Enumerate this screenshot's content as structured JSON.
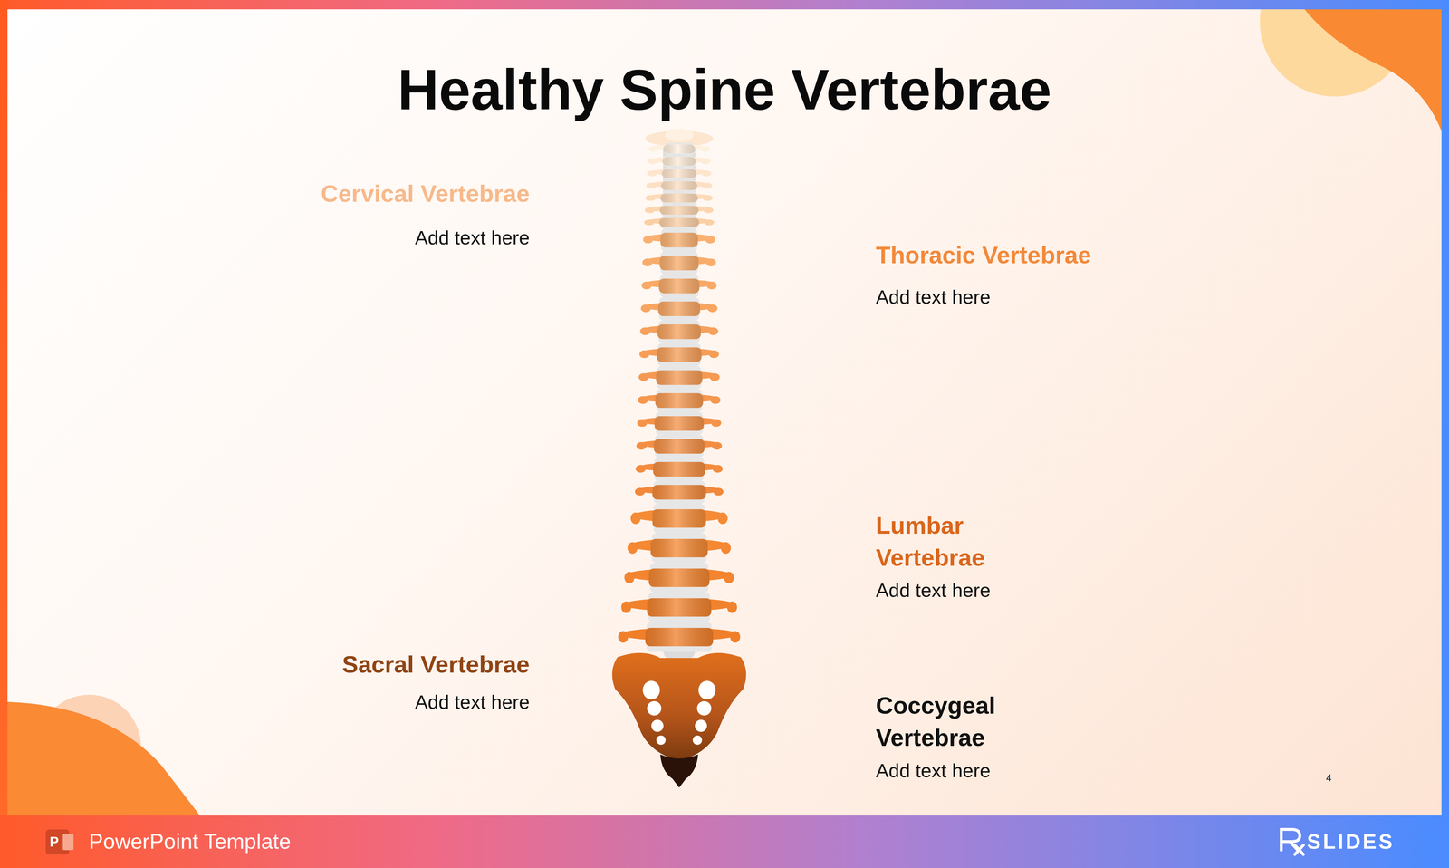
{
  "diagram": {
    "title": "Healthy Spine Vertebrae",
    "labels": [
      "Cervical Vertebrae",
      "Add text here",
      "Thoracic Vertebrae",
      "Add text here",
      "Lumbar Vertebrae",
      "Add text here",
      "Sacral Vertebrae",
      "Add text here",
      "Coccygeal Vertebrae",
      "Add text here",
      "4",
      "P",
      "PowerPoint Template",
      "SLIDES"
    ]
  }
}
